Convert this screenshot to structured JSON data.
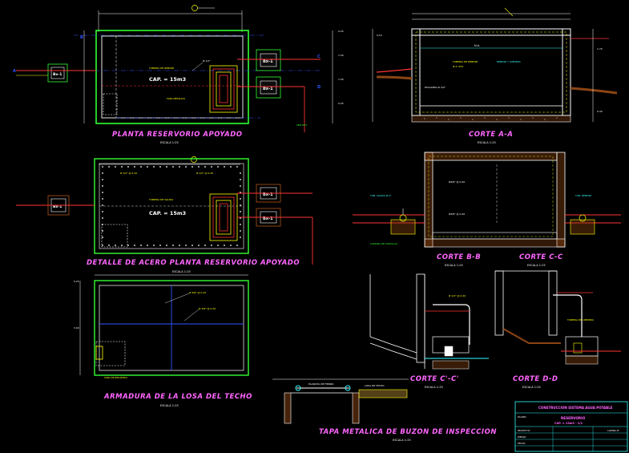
{
  "titles": {
    "planta_apoyado": "PLANTA RESERVORIO APOYADO",
    "corte_aa": "CORTE A-A",
    "detalle_acero": "DETALLE DE ACERO PLANTA RESERVORIO APOYADO",
    "corte_bb": "CORTE B-B",
    "corte_cc": "CORTE C-C",
    "armadura_losa": "ARMADURA DE LA LOSA DEL TECHO",
    "corte_c2": "CORTE C'-C'",
    "corte_dd": "CORTE D-D",
    "tapa_metalica": "TAPA METALICA DE BUZON DE INSPECCION"
  },
  "scales": {
    "planta_apoyado": "ESCALA 1:25",
    "corte_aa": "ESCALA 1:25",
    "detalle_acero": "ESCALA 1:25",
    "corte_bb": "ESCALA 1:25",
    "corte_cc": "ESCALA 1:25",
    "armadura_losa": "ESCALA 1:25",
    "corte_c2": "ESCALA 1:25",
    "corte_dd": "ESCALA 1:25",
    "tapa_metalica": "ESCALA 1:25"
  },
  "capacity": {
    "planta": "CAP. = 15m3",
    "detalle": "CAP. = 15m3"
  },
  "blocks": {
    "planta_valve_1": "Bx-1",
    "planta_valve_2": "Bx-1",
    "planta_left": "Bx-1",
    "detalle_valve_1": "Bx-1",
    "detalle_valve_2": "Bx-1",
    "detalle_left": "Bx-1"
  },
  "title_block": {
    "project": "CONSTRUCCION SISTEMA AGUA POTABLE",
    "plano_label": "PLANO:",
    "drawing_name": "RESERVORIO",
    "drawing_detail": "CAP. = 15m3 - 1/2",
    "row_1": "PROYECTO:",
    "row_2": "DIBUJO:",
    "row_3": "FECHA:",
    "lamina_label": "LAMINA N°"
  },
  "colors": {
    "title_magenta": "#ff66ff",
    "wall_green": "#33ff33",
    "wall_white": "#ffffff",
    "steel_yellow": "#ffff00",
    "pipe_red": "#ff3333",
    "axis_blue": "#3355ff",
    "concrete_brown": "#8b4513",
    "annotation_cyan": "#33ffff"
  }
}
